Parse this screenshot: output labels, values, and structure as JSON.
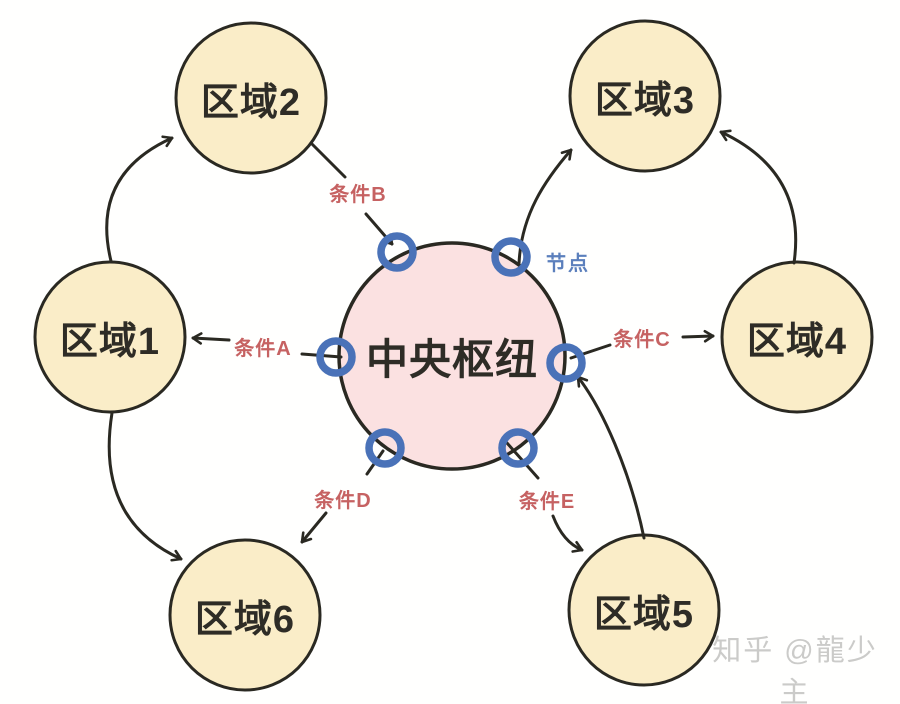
{
  "diagram": {
    "hub": {
      "label": "中央枢纽",
      "fill": "#FBE1E1"
    },
    "regions": [
      {
        "id": "region-1",
        "label": "区域1"
      },
      {
        "id": "region-2",
        "label": "区域2"
      },
      {
        "id": "region-3",
        "label": "区域3"
      },
      {
        "id": "region-4",
        "label": "区域4"
      },
      {
        "id": "region-5",
        "label": "区域5"
      },
      {
        "id": "region-6",
        "label": "区域6"
      }
    ],
    "region_fill": "#FAEDC8",
    "conditions": [
      {
        "id": "condition-a",
        "label": "条件A"
      },
      {
        "id": "condition-b",
        "label": "条件B"
      },
      {
        "id": "condition-c",
        "label": "条件C"
      },
      {
        "id": "condition-d",
        "label": "条件D"
      },
      {
        "id": "condition-e",
        "label": "条件E"
      }
    ],
    "node_tag": {
      "label": "节点",
      "color": "#5B7FBC"
    },
    "colors": {
      "condition_label": "#C66262",
      "port_ring": "#4A72B8",
      "outline": "#2A2922",
      "background": "#FFFFFE"
    },
    "watermark": "知乎 @龍少主"
  }
}
